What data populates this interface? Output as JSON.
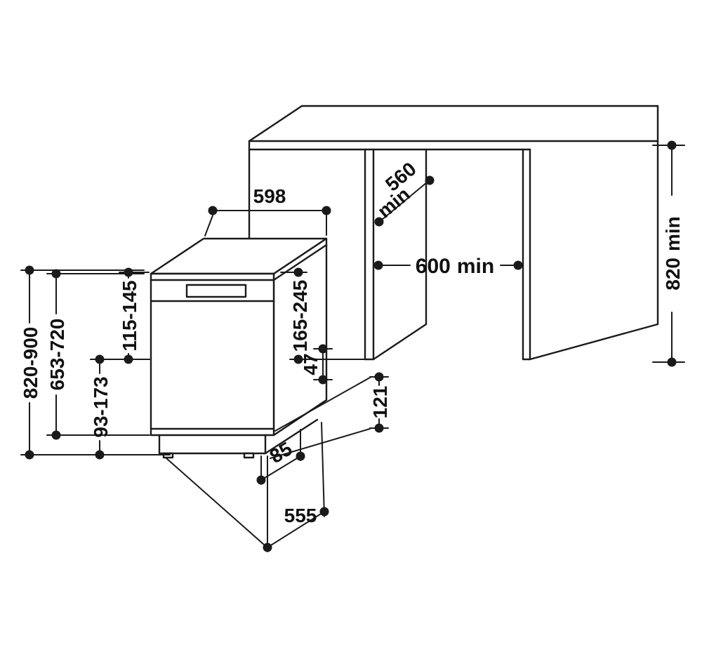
{
  "style": {
    "background": "#ffffff",
    "line_color": "#1a1a1a",
    "text_color": "#111111"
  },
  "dims": {
    "top_width": {
      "value": "598"
    },
    "niche_width": {
      "value": "600",
      "unit": "min"
    },
    "niche_depth": {
      "value": "560",
      "unit": "min"
    },
    "right_height": {
      "value": "820",
      "unit": "min"
    },
    "overall_height": {
      "value": "820-900"
    },
    "inner_height": {
      "value": "653-720"
    },
    "plinth_height": {
      "value": "93-173"
    },
    "upper_offset": {
      "value": "115-145"
    },
    "side_offset": {
      "value": "165-245"
    },
    "gap_47": {
      "value": "47"
    },
    "gap_121": {
      "value": "121"
    },
    "gap_85": {
      "value": "85"
    },
    "bottom_depth": {
      "value": "555"
    }
  }
}
